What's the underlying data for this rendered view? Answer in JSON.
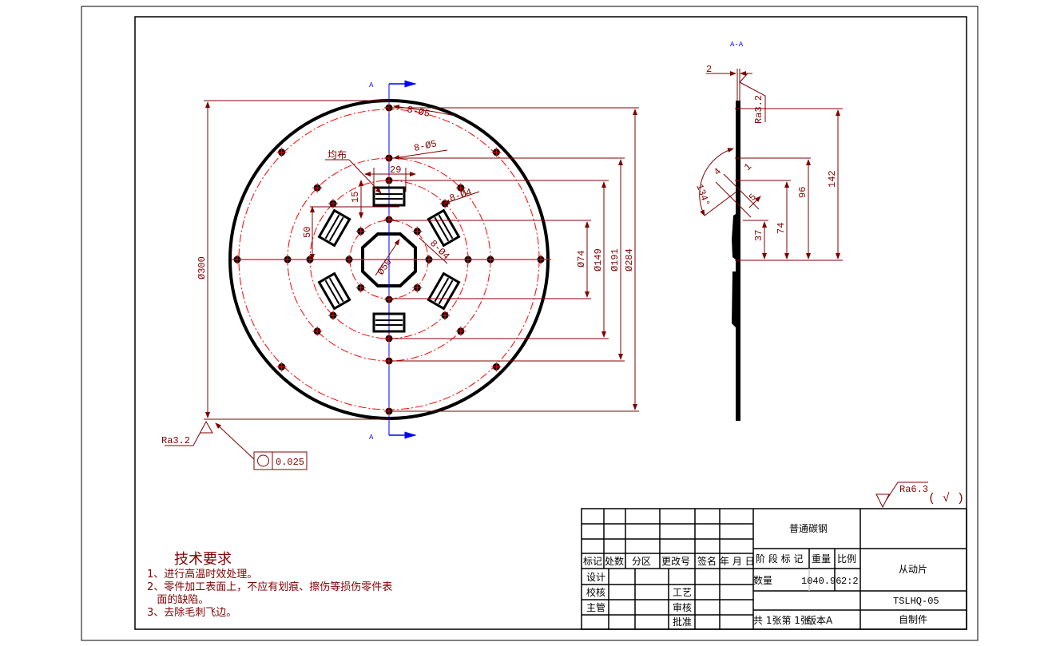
{
  "colors": {
    "dimension": "#800000",
    "centerline": "#ff0000",
    "section_marker": "#0000ff",
    "geometry": "#000000"
  },
  "front_view": {
    "section_mark_top": "A",
    "section_mark_bottom": "A",
    "dimensions": {
      "outer_dia": "Ø300",
      "d284": "Ø284",
      "d191": "Ø191",
      "d149": "Ø149",
      "d74": "Ø74",
      "bore": "Ø50",
      "holes_outer": "8-Ø5",
      "holes_mid": "8-Ø5",
      "holes_inner": "8-Ø4",
      "holes_center": "8-Ø4",
      "slot_width": "29",
      "slot_height": "15",
      "slot_offset": "50",
      "uniform_note": "均布"
    },
    "roughness": "Ra3.2",
    "tolerance_value": "0.025",
    "tolerance_symbol": "circularity-icon"
  },
  "section_view": {
    "title": "A-A",
    "dimensions": {
      "thickness": "2",
      "roughness": "Ra3.2",
      "h142": "142",
      "h96": "96",
      "h74": "74",
      "h37": "37",
      "angle": "134°",
      "d4": "4",
      "d1": "1",
      "d5": "5"
    }
  },
  "general_roughness": {
    "value": "Ra6.3",
    "note": "( √ )"
  },
  "technical_requirements": {
    "title": "技术要求",
    "items": [
      "1、进行高温时效处理。",
      "2、零件加工表面上，不应有划痕、擦伤等损伤零件表",
      "   面的缺陷。",
      "3、去除毛刺飞边。"
    ]
  },
  "title_block": {
    "header_labels": [
      "标记",
      "处数",
      "分区",
      "更改号",
      "签名",
      "年 月 日"
    ],
    "role_labels": {
      "design": "设计",
      "check": "校核",
      "supervisor": "主管",
      "process": "工艺",
      "review": "审核",
      "approve": "批准"
    },
    "material": "普通碳钢",
    "stage_label": "阶 段 标 记",
    "weight_label": "重量",
    "scale_label": "比例",
    "quantity_label": "数量",
    "weight_value": "1040.96",
    "scale_value": "2:2",
    "sheets": "共 1张第 1张",
    "version": "版本A",
    "part_name": "从动片",
    "drawing_number": "TSLHQ-05",
    "source": "自制件"
  }
}
